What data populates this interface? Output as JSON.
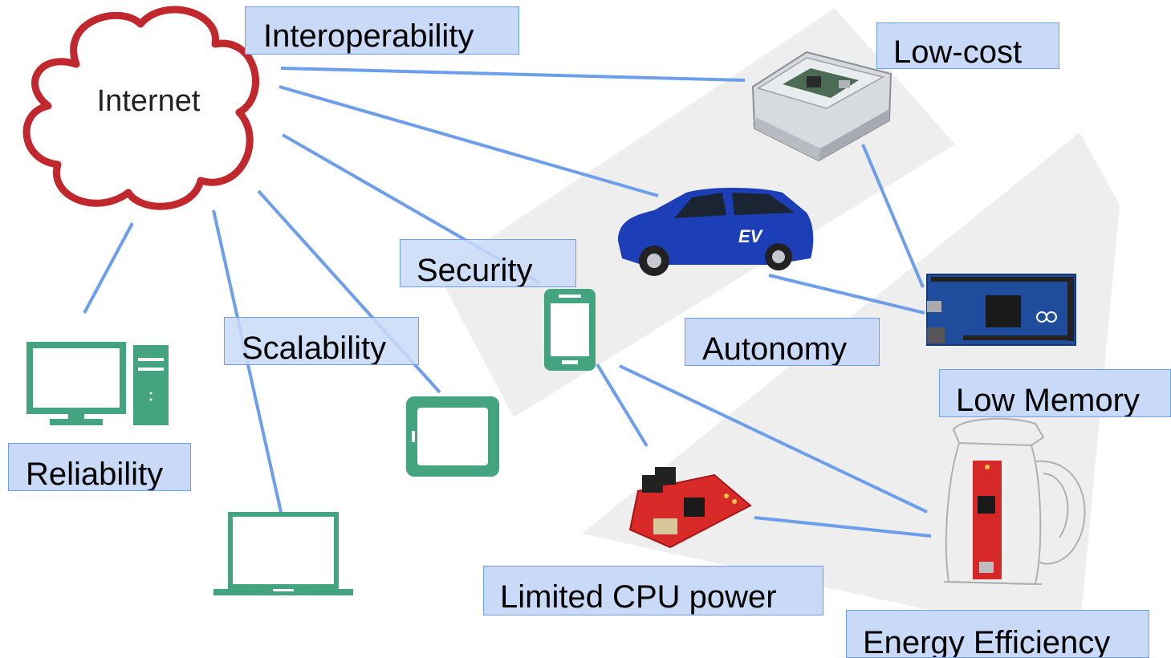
{
  "cloud": {
    "label": "Internet"
  },
  "labels": {
    "interoperability": "Interoperability",
    "low_cost": "Low-cost",
    "security": "Security",
    "scalability": "Scalability",
    "autonomy": "Autonomy",
    "low_memory": "Low Memory",
    "reliability": "Reliability",
    "limited_cpu": "Limited CPU power",
    "energy_efficiency": "Energy Efficiency"
  },
  "colors": {
    "line": "#6d9eeb",
    "label_fill": "#c9daf8",
    "label_border": "#6d9eeb",
    "cloud_stroke": "#c0282d",
    "device_green": "#43a47f",
    "background_shape": "#eeeeee"
  },
  "devices": [
    "desktop-computer-icon",
    "laptop-icon",
    "tablet-icon",
    "smartphone-icon",
    "raspberry-pi-image",
    "electric-car-image",
    "arduino-due-image",
    "red-sensor-board-image",
    "smart-kettle-image"
  ]
}
